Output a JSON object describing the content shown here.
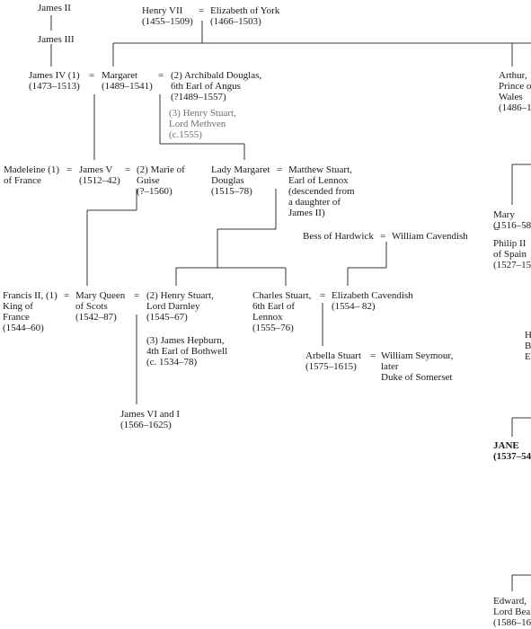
{
  "people": [
    {
      "id": "james2",
      "lines": [
        "James II"
      ]
    },
    {
      "id": "james3",
      "lines": [
        "James III"
      ]
    },
    {
      "id": "henry7",
      "lines": [
        "Henry VII",
        "(1455–1509)"
      ]
    },
    {
      "id": "elizabeth_york",
      "lines": [
        "Elizabeth of York",
        "(1466–1503)"
      ]
    },
    {
      "id": "james4",
      "lines": [
        "James IV (1)",
        "(1473–1513)"
      ]
    },
    {
      "id": "margaret",
      "lines": [
        "Margaret",
        "(1489–1541)"
      ]
    },
    {
      "id": "archibald",
      "lines": [
        "(2) Archibald Douglas,",
        "6th Earl of Angus",
        "(?1489–1557)"
      ]
    },
    {
      "id": "henry_methven",
      "lines": [
        "(3) Henry Stuart,",
        "Lord Methven",
        "(c.1555)"
      ]
    },
    {
      "id": "arthur",
      "lines": [
        "Arthur,",
        "Prince of",
        "Wales",
        "(1486–1"
      ]
    },
    {
      "id": "madeleine",
      "lines": [
        "Madeleine (1)",
        "of France"
      ]
    },
    {
      "id": "james5",
      "lines": [
        "James V",
        "(1512–42)"
      ]
    },
    {
      "id": "marie_guise",
      "lines": [
        "(2) Marie of",
        "Guise",
        "(?–1560)"
      ]
    },
    {
      "id": "lady_margaret",
      "lines": [
        "Lady Margaret",
        "Douglas",
        "(1515–78)"
      ]
    },
    {
      "id": "matthew",
      "lines": [
        "Matthew Stuart,",
        "Earl of Lennox",
        "(descended from",
        "a daughter of",
        "James II)"
      ]
    },
    {
      "id": "mary_tudor",
      "lines": [
        "Mary",
        "(1516–58"
      ]
    },
    {
      "id": "philip",
      "lines": [
        "Philip II",
        "of Spain",
        "(1527–15"
      ]
    },
    {
      "id": "bess",
      "lines": [
        "Bess of Hardwick"
      ]
    },
    {
      "id": "william_cavendish",
      "lines": [
        "William Cavendish"
      ]
    },
    {
      "id": "francis2",
      "lines": [
        "Francis II, (1)",
        "King of",
        "France",
        "(1544–60)"
      ]
    },
    {
      "id": "mary_qos",
      "lines": [
        "Mary Queen",
        "of Scots",
        "(1542–87)"
      ]
    },
    {
      "id": "darnley",
      "lines": [
        "(2) Henry Stuart,",
        "Lord Darnley",
        "(1545–67)"
      ]
    },
    {
      "id": "bothwell",
      "lines": [
        "(3) James Hepburn,",
        "4th Earl of Bothwell",
        "(c. 1534–78)"
      ]
    },
    {
      "id": "charles_stuart",
      "lines": [
        "Charles Stuart,",
        "6th Earl of",
        "Lennox",
        "(1555–76)"
      ]
    },
    {
      "id": "eliz_cavendish",
      "lines": [
        "Elizabeth Cavendish",
        "(1554– 82)"
      ]
    },
    {
      "id": "arbella",
      "lines": [
        "Arbella Stuart",
        "(1575–1615)"
      ]
    },
    {
      "id": "seymour",
      "lines": [
        "William Seymour,",
        "later",
        "Duke of Somerset"
      ]
    },
    {
      "id": "james6",
      "lines": [
        "James VI and I",
        "(1566–1625)"
      ]
    },
    {
      "id": "h_frag",
      "lines": [
        "H",
        "B",
        "E"
      ]
    },
    {
      "id": "jane",
      "lines": [
        "JANE",
        "(1537–54"
      ]
    },
    {
      "id": "edward",
      "lines": [
        "Edward,",
        "Lord Bea",
        "(1586–16"
      ]
    }
  ],
  "marriage_signs": [
    {
      "id": "m_henry_eliz",
      "text": "="
    },
    {
      "id": "m_james4_margaret",
      "text": "="
    },
    {
      "id": "m_margaret_archibald",
      "text": "="
    },
    {
      "id": "m_madeleine_james5",
      "text": "="
    },
    {
      "id": "m_james5_marie",
      "text": "="
    },
    {
      "id": "m_ladymargaret_matthew",
      "text": "="
    },
    {
      "id": "m_mary_philip",
      "text": "="
    },
    {
      "id": "m_bess_william",
      "text": "="
    },
    {
      "id": "m_francis_mary",
      "text": "="
    },
    {
      "id": "m_mary_darnley",
      "text": "="
    },
    {
      "id": "m_charles_elizabeth",
      "text": "="
    },
    {
      "id": "m_arbella_seymour",
      "text": "="
    }
  ],
  "colors": {
    "text": "#1a1a1a",
    "secondary": "#6f6f6f",
    "line": "#333333"
  }
}
